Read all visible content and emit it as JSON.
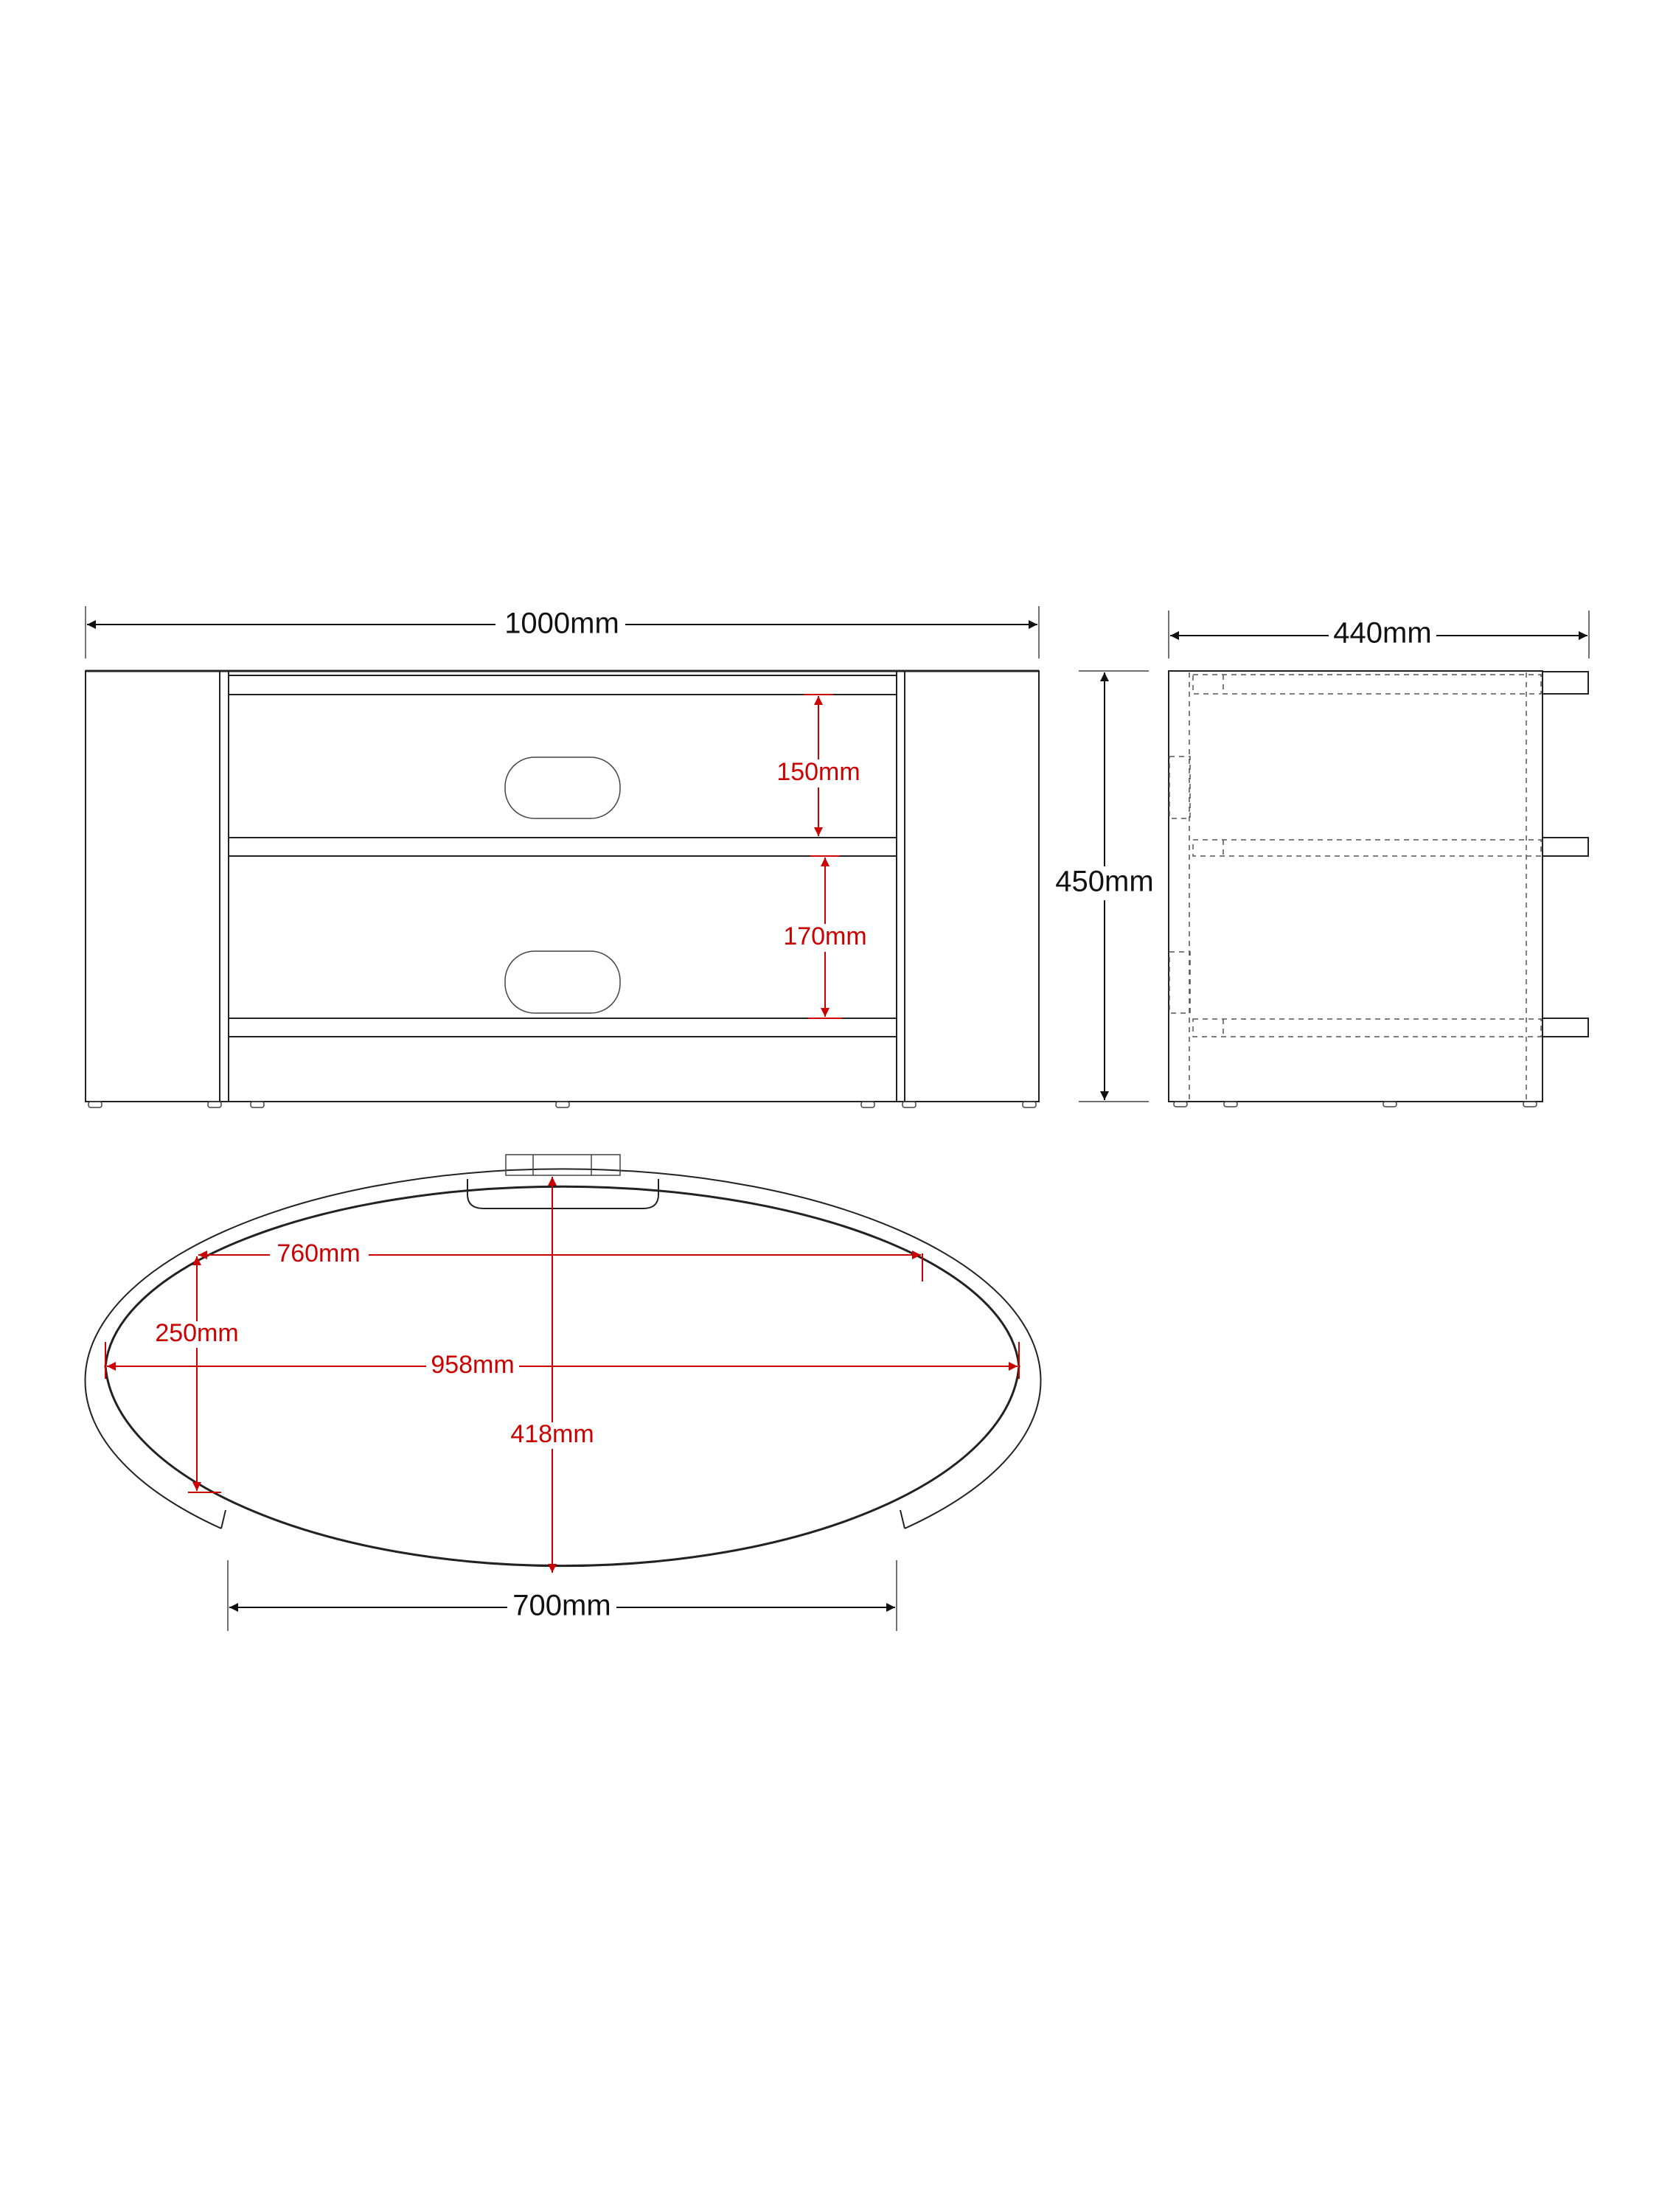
{
  "colors": {
    "dimension_black": "#111111",
    "dimension_red": "#cc0000",
    "outline": "#222222"
  },
  "front_view": {
    "overall_width": "1000mm",
    "upper_shelf_clearance": "150mm",
    "lower_shelf_clearance": "170mm",
    "overall_height": "450mm"
  },
  "side_view": {
    "overall_depth": "440mm"
  },
  "top_view": {
    "inner_width_rear": "760mm",
    "inner_side_depth": "250mm",
    "inner_max_width": "958mm",
    "inner_max_depth": "418mm",
    "front_opening_width": "700mm"
  }
}
